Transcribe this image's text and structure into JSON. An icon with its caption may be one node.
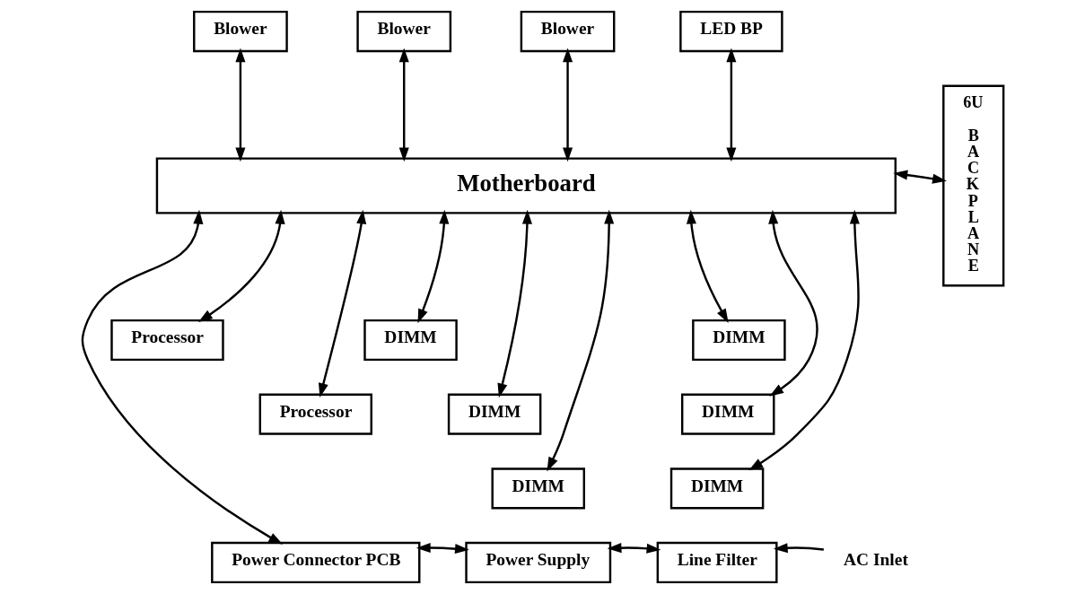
{
  "diagram": {
    "nodes": [
      {
        "text": [
          "Blower"
        ]
      },
      {
        "text": [
          "Blower"
        ]
      },
      {
        "text": [
          "Blower"
        ]
      },
      {
        "text": [
          "LED BP"
        ]
      },
      {
        "text": [
          "6U",
          "BACKPLANE"
        ]
      },
      {
        "text": [
          "Motherboard"
        ]
      },
      {
        "text": [
          "Processor"
        ]
      },
      {
        "text": [
          "Processor"
        ]
      },
      {
        "text": [
          "DIMM"
        ]
      },
      {
        "text": [
          "DIMM"
        ]
      },
      {
        "text": [
          "DIMM"
        ]
      },
      {
        "text": [
          "DIMM"
        ]
      },
      {
        "text": [
          "DIMM"
        ]
      },
      {
        "text": [
          "DIMM"
        ]
      },
      {
        "text": [
          "Power Connector PCB"
        ]
      },
      {
        "text": [
          "Power Supply"
        ]
      },
      {
        "text": [
          "Line Filter"
        ]
      },
      {
        "text": [
          "AC Inlet"
        ]
      }
    ],
    "edges": [
      {
        "from": 0,
        "to": 5,
        "arrow": "both"
      },
      {
        "from": 1,
        "to": 5,
        "arrow": "both"
      },
      {
        "from": 2,
        "to": 5,
        "arrow": "both"
      },
      {
        "from": 3,
        "to": 5,
        "arrow": "both"
      },
      {
        "from": 5,
        "to": 4,
        "arrow": "both"
      },
      {
        "from": 5,
        "to": 6,
        "arrow": "both"
      },
      {
        "from": 5,
        "to": 7,
        "arrow": "both"
      },
      {
        "from": 5,
        "to": 8,
        "arrow": "both"
      },
      {
        "from": 5,
        "to": 10,
        "arrow": "both"
      },
      {
        "from": 5,
        "to": 12,
        "arrow": "both"
      },
      {
        "from": 5,
        "to": 9,
        "arrow": "both"
      },
      {
        "from": 5,
        "to": 11,
        "arrow": "both"
      },
      {
        "from": 5,
        "to": 13,
        "arrow": "both"
      },
      {
        "from": 5,
        "to": 14,
        "arrow": "both"
      },
      {
        "from": 14,
        "to": 15,
        "arrow": "both"
      },
      {
        "from": 15,
        "to": 16,
        "arrow": "both"
      },
      {
        "from": 17,
        "to": 16,
        "arrow": "to"
      }
    ]
  }
}
